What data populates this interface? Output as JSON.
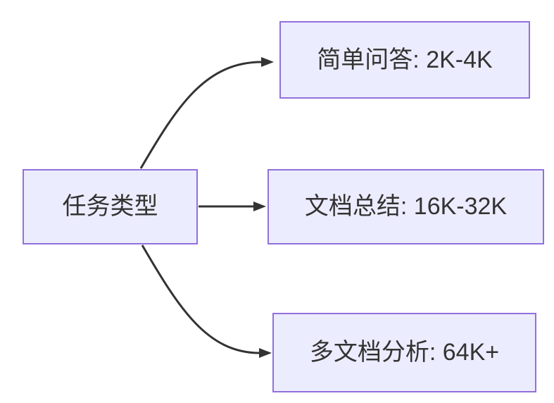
{
  "diagram": {
    "type": "flowchart",
    "direction": "left-to-right",
    "background": "#FFFFFF",
    "node_style": {
      "fill": "#ECECFF",
      "border_color": "#9370DB",
      "text_color": "#333333"
    },
    "edge_style": {
      "color": "#333333",
      "arrowhead": "filled-triangle"
    },
    "nodes": [
      {
        "id": "task-type",
        "label": "任务类型",
        "role": "root"
      },
      {
        "id": "simple-qa",
        "label": "简单问答: 2K-4K",
        "role": "branch"
      },
      {
        "id": "doc-summary",
        "label": "文档总结: 16K-32K",
        "role": "branch"
      },
      {
        "id": "multi-doc-analysis",
        "label": "多文档分析: 64K+",
        "role": "branch"
      }
    ],
    "edges": [
      {
        "from": "task-type",
        "to": "simple-qa"
      },
      {
        "from": "task-type",
        "to": "doc-summary"
      },
      {
        "from": "task-type",
        "to": "multi-doc-analysis"
      }
    ]
  }
}
